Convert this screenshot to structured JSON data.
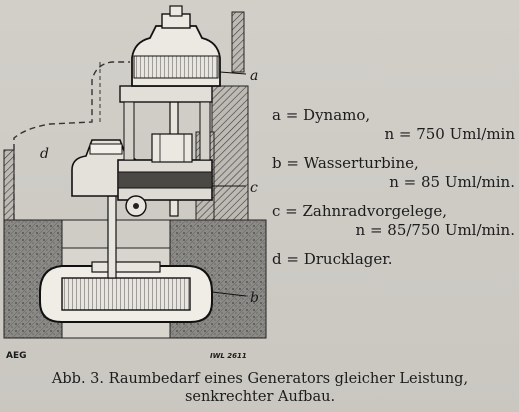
{
  "figure": {
    "labels": {
      "a": "a",
      "b": "b",
      "c": "c",
      "d": "d"
    },
    "maker_mark": "AEG",
    "plate_code": "IWL 2611"
  },
  "legend": [
    {
      "label": "a = Dynamo,",
      "sub": "n = 750  Uml/min"
    },
    {
      "label": "b = Wasserturbine,",
      "sub": "n = 85  Uml/min."
    },
    {
      "label": "c = Zahnradvorgelege,",
      "sub": "n = 85/750  Uml/min."
    },
    {
      "label": "d = Drucklager.",
      "sub": ""
    }
  ],
  "caption": {
    "line1": "Abb. 3.  Raumbedarf eines Generators gleicher Leistung,",
    "line2": "senkrechter Aufbau."
  }
}
